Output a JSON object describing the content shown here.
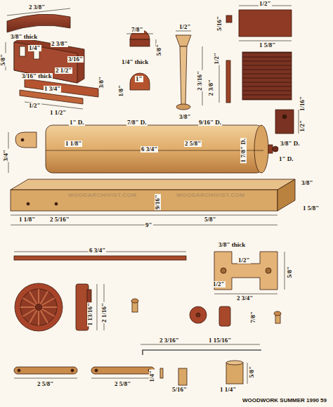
{
  "diagram": {
    "labels": [
      "2 3/8\"",
      "3/8\" thick",
      "1/4\"",
      "5/8\"",
      "2 3/8\"",
      "3/16\"",
      "3/16\" thick",
      "2 1/2\"",
      "1 3/4\"",
      "1/2\"",
      "1 1/2\"",
      "3/8\"",
      "7/8\"",
      "5/8\"",
      "1/4\" thick",
      "1\"",
      "1/8\"",
      "1/2\"",
      "2 3/16\"",
      "3/8\"",
      "5/16\"",
      "1/2\"",
      "1 5/8\"",
      "1/2\"",
      "2 3/8\"",
      "1/16\"",
      "1/2\"",
      "1\" D.",
      "7/8\" D.",
      "9/16\" D.",
      "1 1/8\"",
      "2 5/8\"",
      "6 3/4\"",
      "1 7/8\" D.",
      "3/8\" D.",
      "1\" D.",
      "3/4\"",
      "3/8\"",
      "WOODARCHIVIST.COM",
      "WOODARCHIVIST.COM",
      "1 1/8\"",
      "2 5/16\"",
      "9/16\"",
      "5/8\"",
      "1 5/8\"",
      "9\"",
      "6 3/4\"",
      "3/8\" thick",
      "1/2\"",
      "1/2\"",
      "2 3/4\"",
      "5/8\"",
      "1 13/16\"",
      "2 1/16\"",
      "7/8\"",
      "2 3/16\"",
      "1 15/16\"",
      "2 5/8\"",
      "2 5/8\"",
      "1/4\"",
      "5/16\"",
      "1 1/4\"",
      "5/8\"",
      "WOODWORK SUMMER 1990 59"
    ]
  }
}
